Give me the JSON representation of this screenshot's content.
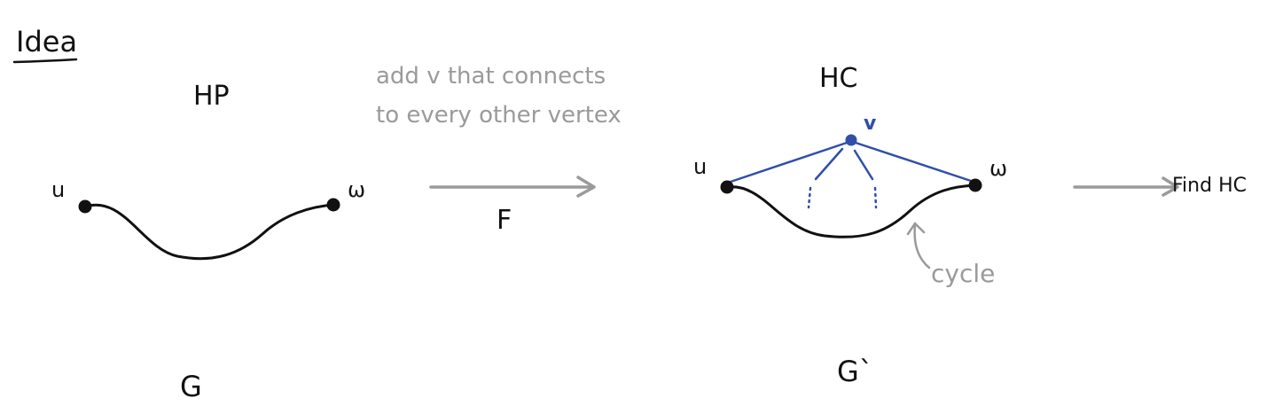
{
  "heading": "Idea",
  "left_graph": {
    "title": "HP",
    "label_u": "u",
    "label_w": "ω",
    "graph_name": "G"
  },
  "transform": {
    "note_line1": "add v that connects",
    "note_line2": "to every other vertex",
    "map_label": "F"
  },
  "right_graph": {
    "title": "HC",
    "label_u": "u",
    "label_v": "v",
    "label_w": "ω",
    "cycle_label": "cycle",
    "graph_name": "G`"
  },
  "result": {
    "label": "Find HC"
  },
  "colors": {
    "ink": "#111111",
    "gray": "#9a9a9a",
    "blue": "#2f4fa8"
  }
}
